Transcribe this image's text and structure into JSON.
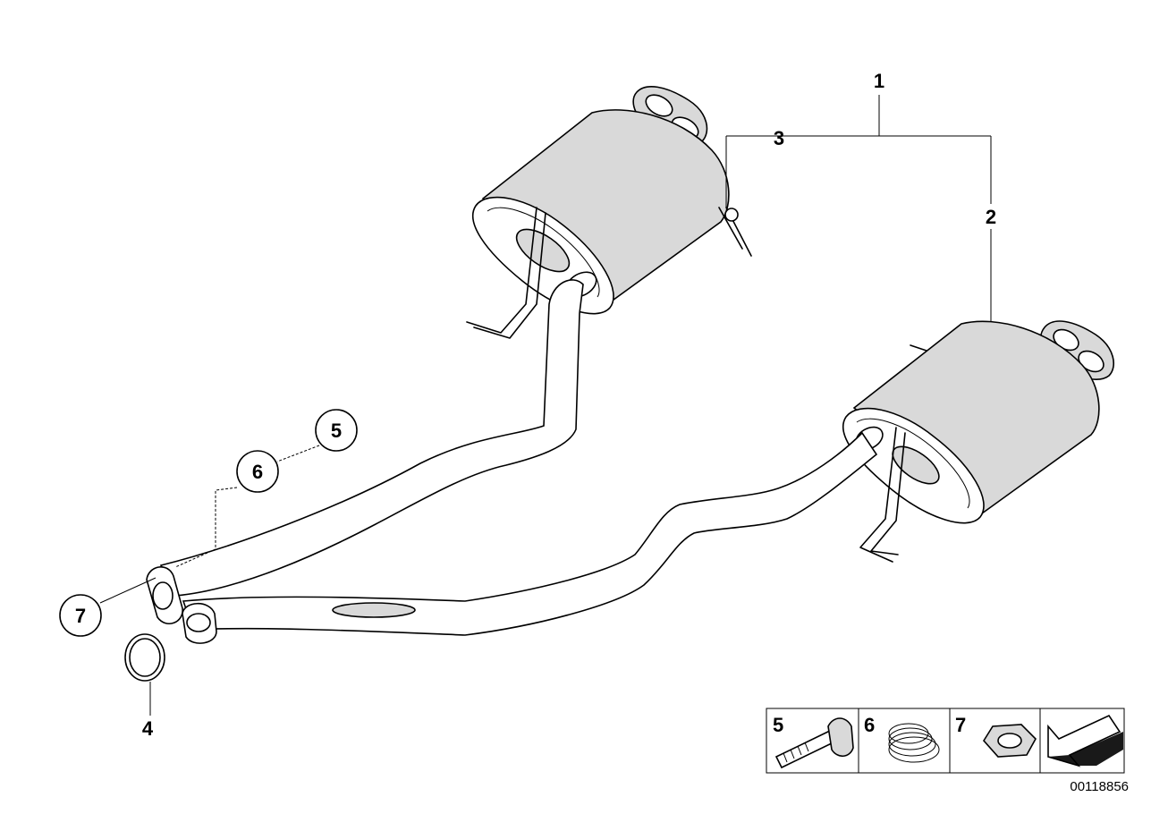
{
  "callouts": {
    "c1": "1",
    "c2": "2",
    "c3": "3",
    "c4": "4",
    "c5": "5",
    "c6": "6",
    "c7": "7"
  },
  "legend": {
    "item5": "5",
    "item6": "6",
    "item7": "7"
  },
  "reference_number": "00118856"
}
